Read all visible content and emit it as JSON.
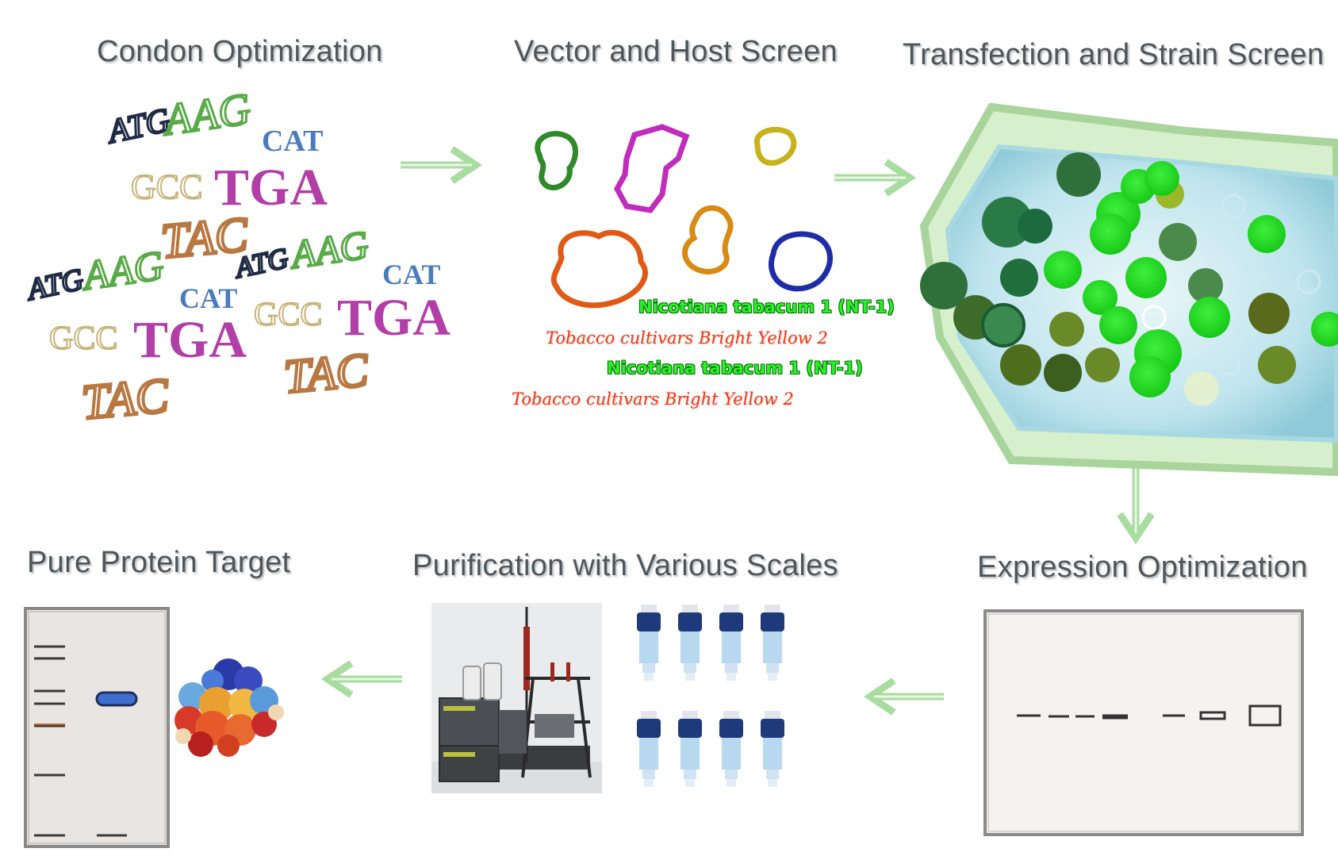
{
  "steps": {
    "codon": "Condon Optimization",
    "vector": "Vector and Host Screen",
    "transfection": "Transfection and Strain Screen",
    "expression": "Expression Optimization",
    "purification": "Purification with Various Scales",
    "pure": "Pure Protein Target"
  },
  "codons": {
    "atg": "ATG",
    "aag": "AAG",
    "cat": "CAT",
    "gcc": "GCC",
    "tga": "TGA",
    "tac": "TAC"
  },
  "strains": {
    "nt1": "Nicotiana tabacum 1 (NT-1)",
    "by2": "Tobacco cultivars Bright Yellow 2"
  },
  "colors": {
    "arrow": "#a8dca0",
    "cell_wall": "#bfe3b4",
    "cytoplasm": "#bfe4ee",
    "tga": "#b23ea8",
    "cat": "#4a7bbf",
    "gcc": "#c8b47a",
    "tac": "#b87842",
    "aag": "#5aaa4a"
  }
}
